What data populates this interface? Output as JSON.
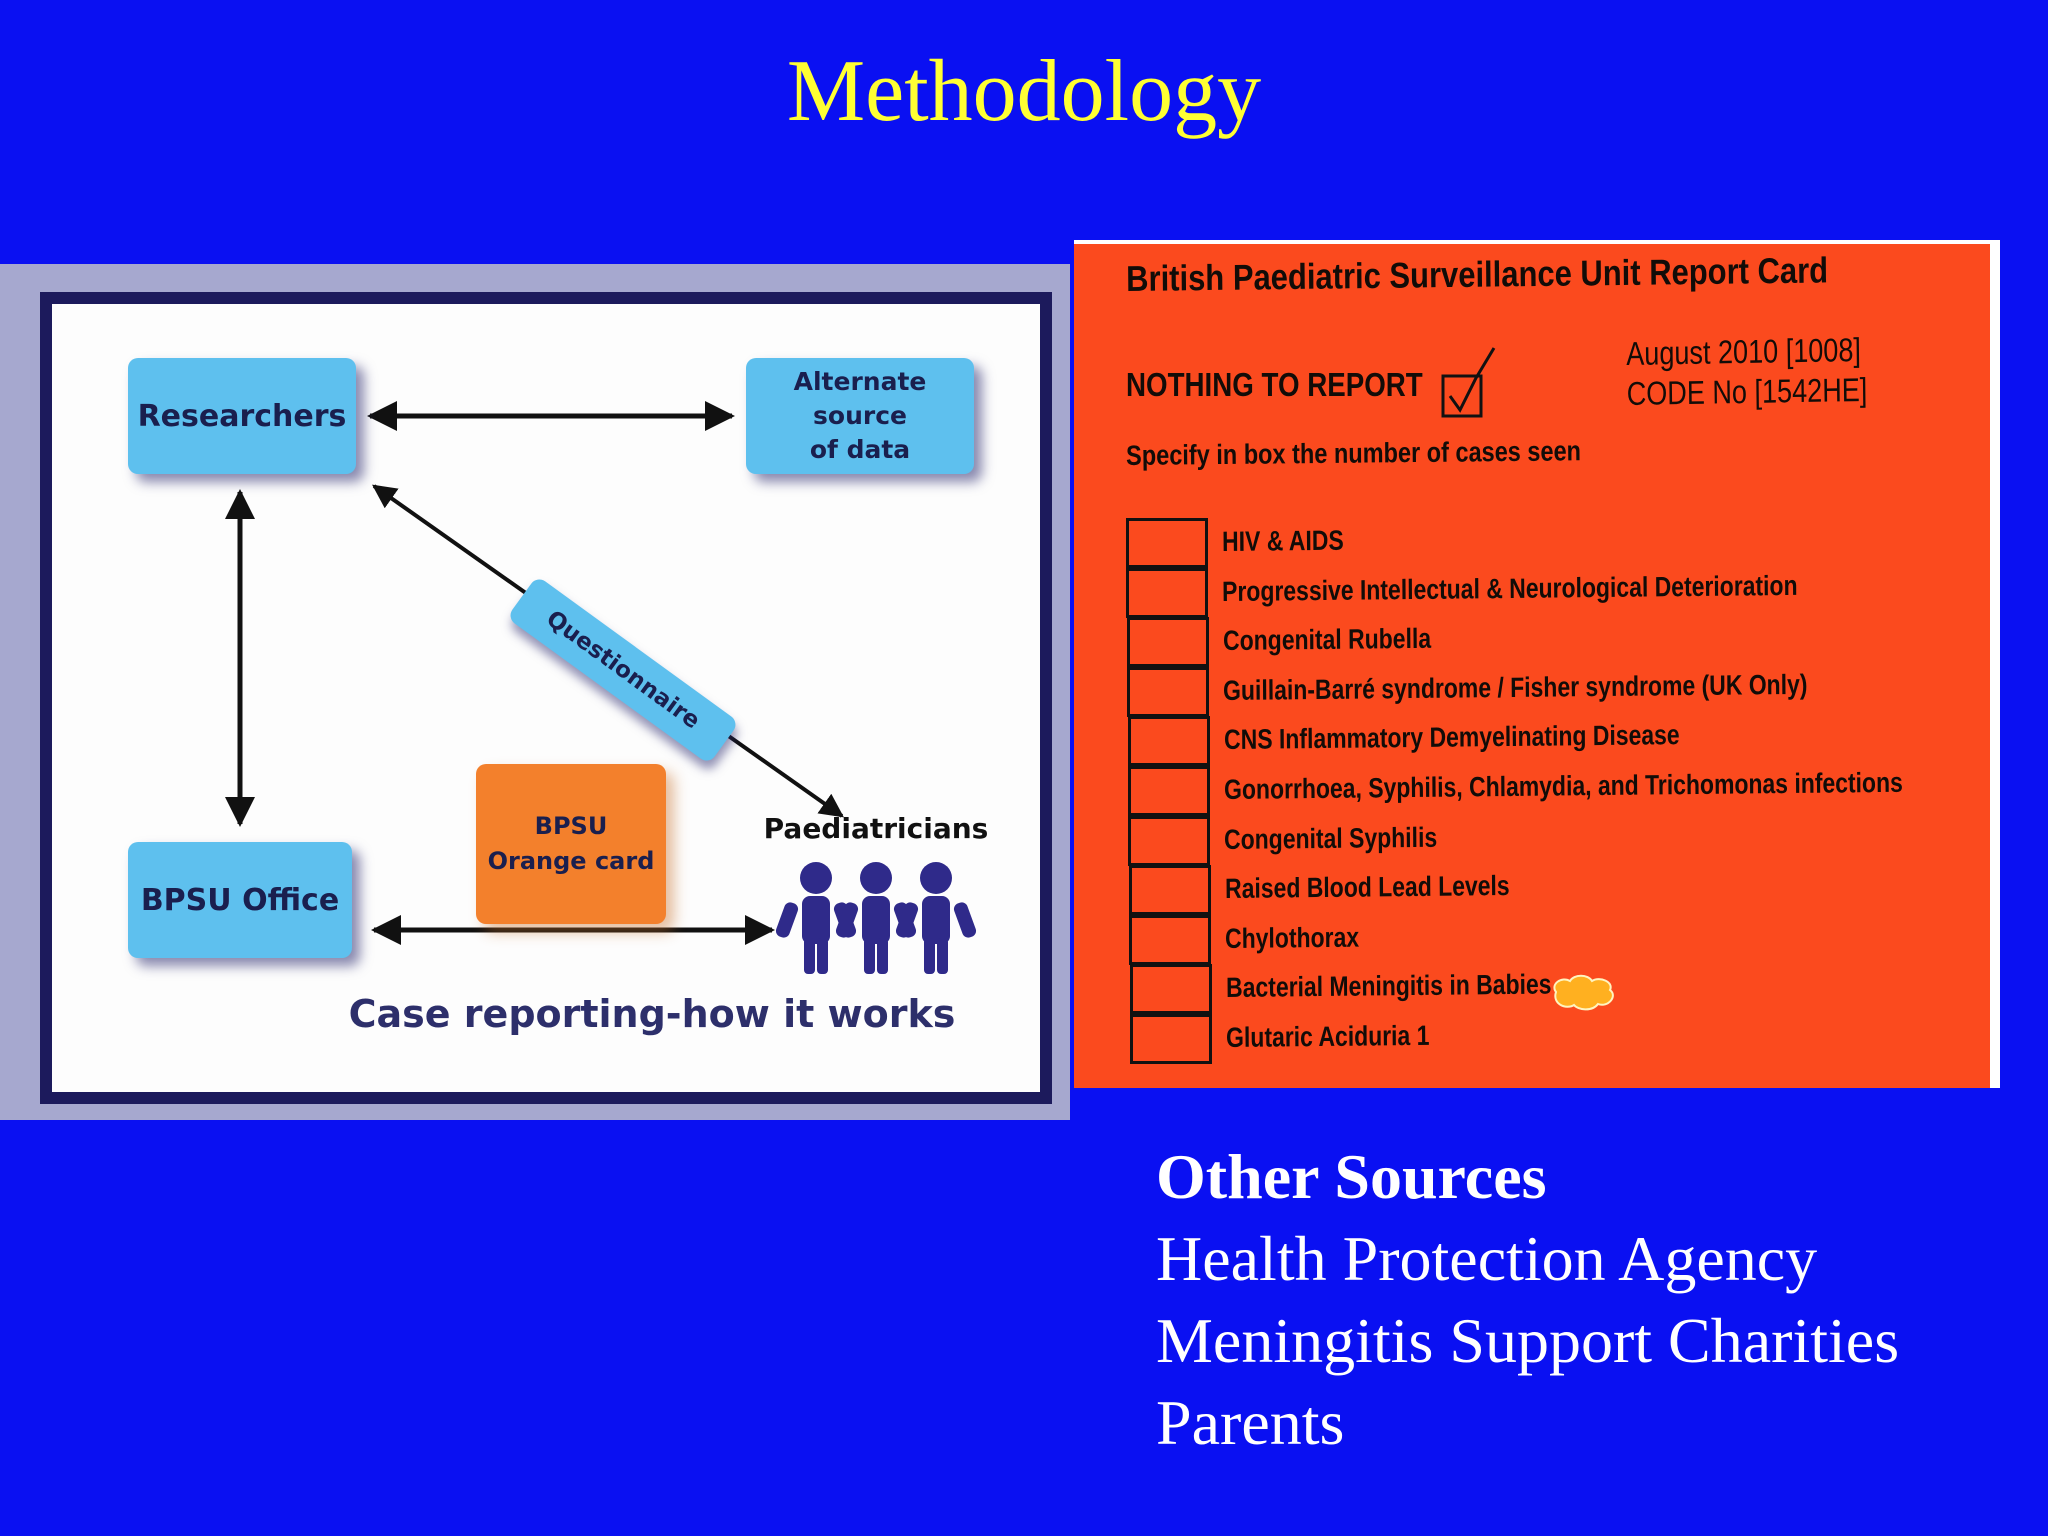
{
  "slide": {
    "title": "Methodology"
  },
  "diagram": {
    "nodes": {
      "researchers": "Researchers",
      "alternate_line1": "Alternate source",
      "alternate_line2": "of data",
      "bpsu_office": "BPSU Office",
      "orange_card_line1": "BPSU",
      "orange_card_line2": "Orange card",
      "paediatricians": "Paediatricians"
    },
    "questionnaire": "Questionnaire",
    "caption": "Case reporting-how it works",
    "colors": {
      "node": "#5ec0ee",
      "orange_card": "#f3802c",
      "people": "#2f2a8a",
      "frame": "#1c1a5c"
    }
  },
  "report_card": {
    "title": "British Paediatric Surveillance Unit Report Card",
    "nothing_to_report": "NOTHING TO REPORT",
    "nothing_to_report_checked": true,
    "date": "August 2010 [1008]",
    "code": "CODE No [1542HE]",
    "instruction": "Specify in box the number of cases seen",
    "conditions": [
      "HIV & AIDS",
      "Progressive Intellectual & Neurological Deterioration",
      "Congenital Rubella",
      "Guillain-Barré syndrome / Fisher syndrome (UK Only)",
      "CNS Inflammatory Demyelinating Disease",
      "Gonorrhoea, Syphilis, Chlamydia, and Trichomonas infections",
      "Congenital Syphilis",
      "Raised Blood Lead Levels",
      "Chylothorax",
      "Bacterial Meningitis in Babies",
      "Glutaric Aciduria 1"
    ],
    "highlighted_condition": "Bacterial Meningitis in Babies",
    "colors": {
      "card": "#fb4a1e",
      "highlight": "#ffb020"
    }
  },
  "other_sources": {
    "heading": "Other Sources",
    "items": [
      "Health Protection Agency",
      "Meningitis Support Charities",
      "Parents"
    ]
  }
}
